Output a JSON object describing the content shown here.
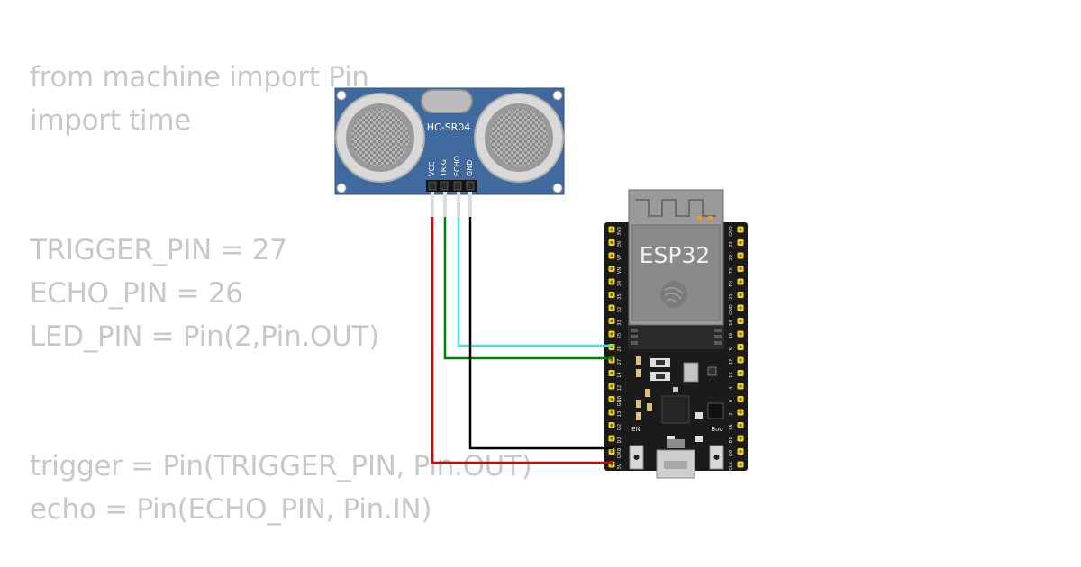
{
  "code": {
    "lines": [
      "from machine import Pin",
      "import time",
      "TRIGGER_PIN = 27",
      "ECHO_PIN = 26",
      "LED_PIN = Pin(2,Pin.OUT)",
      "trigger = Pin(TRIGGER_PIN, Pin.OUT)",
      "echo = Pin(ECHO_PIN, Pin.IN)"
    ]
  },
  "sensor": {
    "label": "HC-SR04",
    "pins": [
      "VCC",
      "TRIG",
      "ECHO",
      "GND"
    ]
  },
  "board": {
    "label": "ESP32",
    "left_pins": [
      "3V3",
      "EN",
      "VP",
      "VN",
      "34",
      "35",
      "32",
      "33",
      "25",
      "26",
      "27",
      "14",
      "12",
      "GND",
      "13",
      "D2",
      "D3",
      "CMD",
      "5V"
    ],
    "right_pins": [
      "GND",
      "23",
      "22",
      "TX",
      "RX",
      "21",
      "GND",
      "19",
      "18",
      "5",
      "17",
      "16",
      "4",
      "0",
      "2",
      "15",
      "D1",
      "D0",
      "CLK"
    ],
    "en_label": "EN",
    "boot_label": "Boo"
  },
  "wires": [
    {
      "name": "vcc-wire",
      "color": "#e00000"
    },
    {
      "name": "trig-wire",
      "color": "#008000"
    },
    {
      "name": "echo-wire",
      "color": "#33e8f0"
    },
    {
      "name": "gnd-wire",
      "color": "#000000"
    }
  ]
}
